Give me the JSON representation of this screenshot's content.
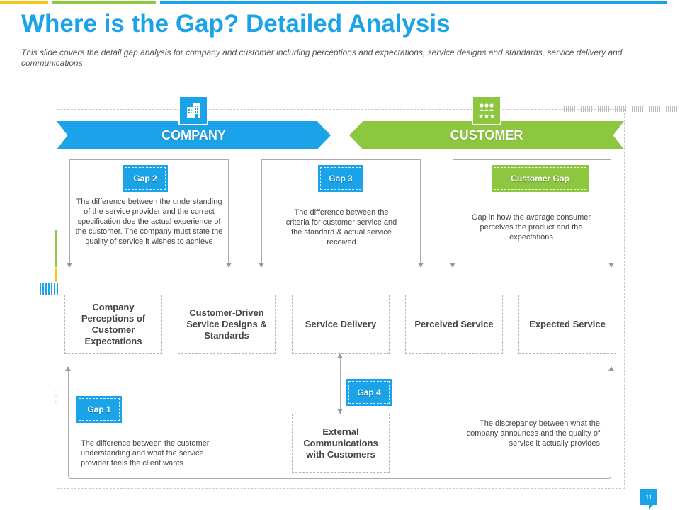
{
  "header": {
    "title": "Where is the Gap? Detailed Analysis",
    "subtitle": "This slide covers the detail gap analysis for company and customer including perceptions and expectations, service designs and standards, service delivery and communications"
  },
  "banners": {
    "company": "COMPANY",
    "customer": "CUSTOMER"
  },
  "icons": {
    "company": "building-icon",
    "customer": "people-group-icon"
  },
  "gaps": {
    "gap1": {
      "label": "Gap 1",
      "text": "The difference between the customer understanding and what the service provider feels the client wants"
    },
    "gap2": {
      "label": "Gap 2",
      "text": "The difference between the understanding of the service provider and the correct specification doe the actual experience of the customer. The company must state the quality of service it wishes to achieve"
    },
    "gap3": {
      "label": "Gap 3",
      "text": "The difference between the criteria for customer service and the standard & actual service received"
    },
    "gap4": {
      "label": "Gap 4",
      "text": "The discrepancy between what the company announces and the quality of service it actually provides"
    },
    "customer_gap": {
      "label": "Customer Gap",
      "text": "Gap in how the average consumer perceives the product and the expectations"
    }
  },
  "nodes": {
    "company_perceptions": "Company Perceptions of Customer Expectations",
    "service_designs": "Customer-Driven Service Designs & Standards",
    "service_delivery": "Service Delivery",
    "perceived_service": "Perceived Service",
    "expected_service": "Expected Service",
    "external_comms": "External Communications with Customers"
  },
  "colors": {
    "blue": "#1aa3e8",
    "green": "#8dc63f",
    "yellow": "#f5c518"
  },
  "page_number": "11"
}
